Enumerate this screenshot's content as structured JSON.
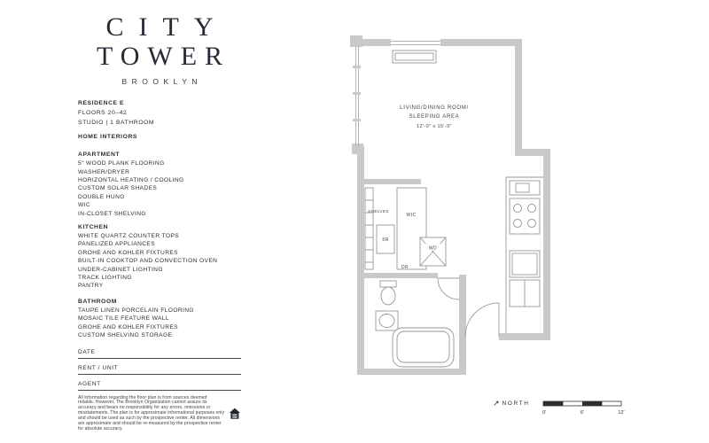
{
  "brand": {
    "title_line1": "CITY",
    "title_line2": "TOWER",
    "location": "BROOKLYN"
  },
  "residence": {
    "name": "RESIDENCE E",
    "floors": "FLOORS 20–42",
    "layout": "STUDIO  |  1 BATHROOM",
    "interiors_heading": "HOME INTERIORS"
  },
  "features": {
    "apartment": {
      "heading": "APARTMENT",
      "items": [
        "5\" WOOD PLANK FLOORING",
        "WASHER/DRYER",
        "HORIZONTAL HEATING / COOLING",
        "CUSTOM SOLAR SHADES",
        "DOUBLE HUNG",
        "WIC",
        "IN-CLOSET SHELVING"
      ]
    },
    "kitchen": {
      "heading": "KITCHEN",
      "items": [
        "WHITE QUARTZ COUNTER TOPS",
        "PANELIZED APPLIANCES",
        "GROHE AND KOHLER FIXTURES",
        "BUILT-IN COOKTOP AND CONVECTION OVEN",
        "UNDER-CABINET LIGHTING",
        "TRACK LIGHTING",
        "PANTRY"
      ]
    },
    "bathroom": {
      "heading": "BATHROOM",
      "items": [
        "TAUPE LINEN PORCELAIN FLOORING",
        "MOSAIC TILE FEATURE WALL",
        "GROHE AND KOHLER FIXTURES",
        "CUSTOM SHELVING STORAGE"
      ]
    }
  },
  "form": {
    "date_label": "DATE",
    "rent_unit_label": "RENT / UNIT",
    "agent_label": "AGENT"
  },
  "disclaimer": "All information regarding the floor plan is from sources deemed reliable. However, The Brooklyn Organization cannot assure its accuracy and bears no responsibility for any errors, omissions or misstatements. The plan is for approximate informational purposes only and should be used as such by the prospective renter. All dimensions are approximate and should be re-measured by the prospective renter for absolute accuracy.",
  "floor_plan": {
    "room_label_line1": "LIVING/DINING ROOM/",
    "room_label_line2": "SLEEPING AREA",
    "room_dimensions": "12'-0\" x 15'-0\"",
    "labels": {
      "shelves": "SHELVES",
      "wic": "WIC",
      "five_r": "5R",
      "dr": "DR",
      "wd": "WD"
    },
    "compass": "NORTH",
    "scale": {
      "start": "0'",
      "mid": "6'",
      "end": "12'"
    }
  },
  "colors": {
    "wall": "#c9c9c9",
    "ink": "#2e2e2e",
    "plan_line": "#969696"
  }
}
